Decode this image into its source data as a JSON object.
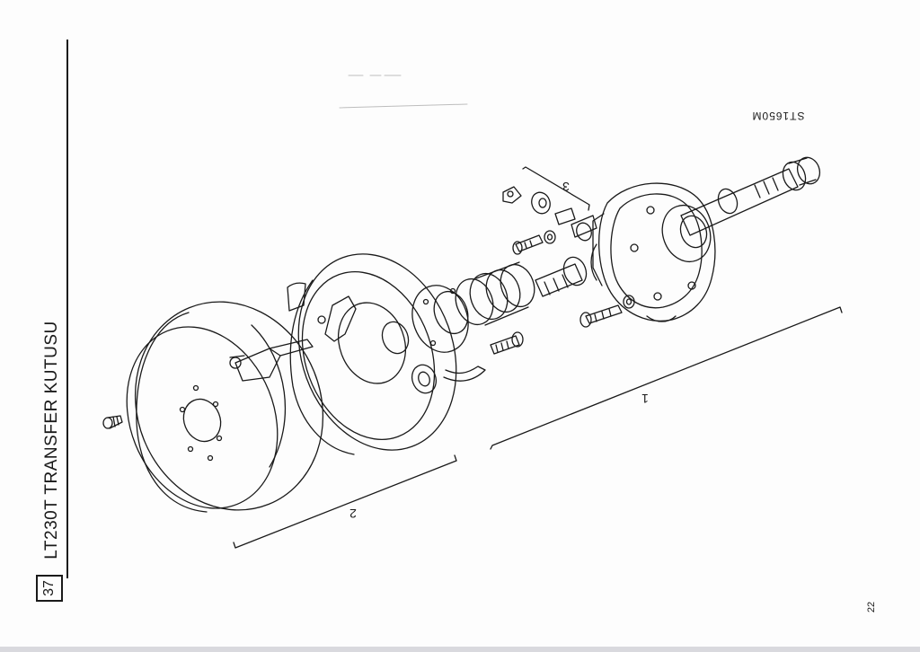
{
  "header": {
    "section_title": "LT230T TRANSFER KUTUSU",
    "section_number": "37",
    "page_number": "22"
  },
  "figure": {
    "code": "ST1650M",
    "callouts": [
      "1",
      "2",
      "3"
    ]
  },
  "colors": {
    "ink": "#1a1a1a",
    "paper": "#fdfdfd"
  }
}
